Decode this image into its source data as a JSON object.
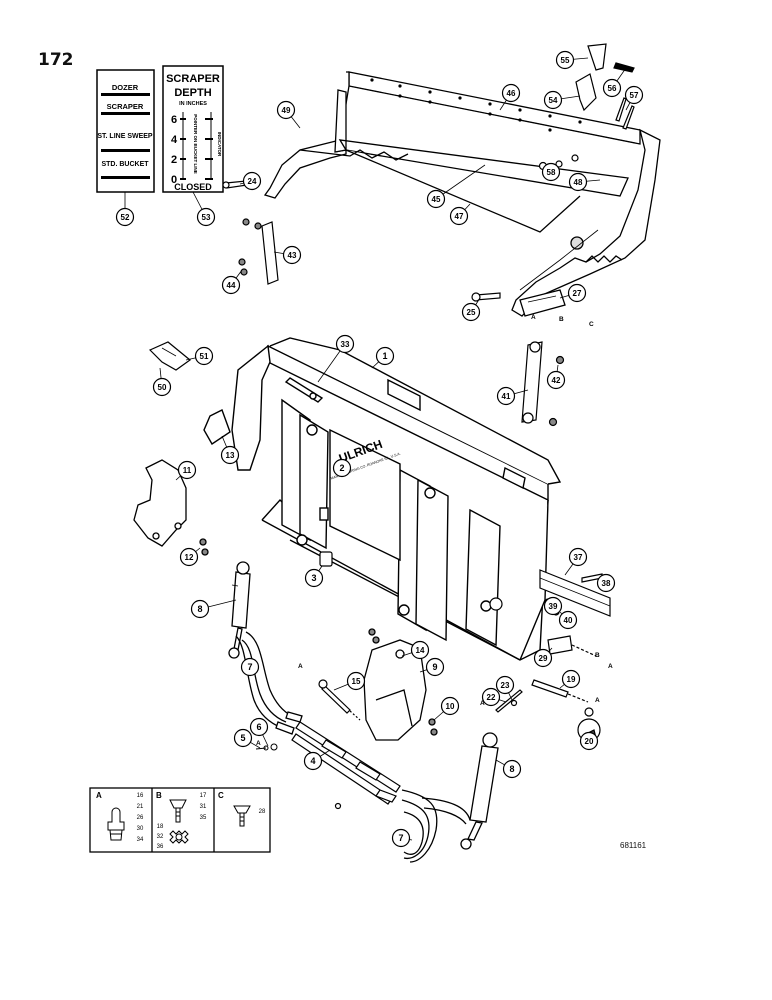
{
  "page_number": "172",
  "drawing_number": "681161",
  "decal_52": {
    "items": [
      "DOZER",
      "SCRAPER",
      "ST. LINE SWEEP",
      "STD. BUCKET"
    ]
  },
  "decal_53": {
    "title_line1": "SCRAPER",
    "title_line2": "DEPTH",
    "subtitle": "IN INCHES",
    "values": [
      "6",
      "4",
      "2",
      "0"
    ],
    "pointer_text": "POINTER ON BUCKET LINE",
    "indicator_text": "INDICATOR",
    "footer": "CLOSED"
  },
  "brand_plate": {
    "brand": "ULRICH",
    "small_text": "MANUFACTURING CO. ROANOKE ILL. U.S.A."
  },
  "callouts": [
    {
      "label": "55"
    },
    {
      "label": "56"
    },
    {
      "label": "57"
    },
    {
      "label": "54"
    },
    {
      "label": "46"
    },
    {
      "label": "49"
    },
    {
      "label": "58"
    },
    {
      "label": "48"
    },
    {
      "label": "45"
    },
    {
      "label": "24"
    },
    {
      "label": "47"
    },
    {
      "label": "43"
    },
    {
      "label": "44"
    },
    {
      "label": "27"
    },
    {
      "label": "25"
    },
    {
      "label": "52"
    },
    {
      "label": "53"
    },
    {
      "label": "33"
    },
    {
      "label": "1"
    },
    {
      "label": "51"
    },
    {
      "label": "50"
    },
    {
      "label": "42"
    },
    {
      "label": "41"
    },
    {
      "label": "13"
    },
    {
      "label": "2"
    },
    {
      "label": "11"
    },
    {
      "label": "12"
    },
    {
      "label": "3"
    },
    {
      "label": "37"
    },
    {
      "label": "38"
    },
    {
      "label": "39"
    },
    {
      "label": "40"
    },
    {
      "label": "8"
    },
    {
      "label": "29"
    },
    {
      "label": "14"
    },
    {
      "label": "9"
    },
    {
      "label": "7"
    },
    {
      "label": "15"
    },
    {
      "label": "19"
    },
    {
      "label": "22"
    },
    {
      "label": "23"
    },
    {
      "label": "10"
    },
    {
      "label": "6"
    },
    {
      "label": "5"
    },
    {
      "label": "20"
    },
    {
      "label": "4"
    },
    {
      "label": "8"
    },
    {
      "label": "7"
    }
  ],
  "ref_letters": [
    "A",
    "A",
    "B",
    "C",
    "A",
    "A",
    "B",
    "A",
    "A"
  ],
  "legend": {
    "A": {
      "letter": "A",
      "numbers": [
        "16",
        "21",
        "26",
        "30",
        "34"
      ]
    },
    "B": {
      "letter": "B",
      "numbers_top": [
        "17",
        "31",
        "35"
      ],
      "numbers_bottom": [
        "18",
        "32",
        "36"
      ]
    },
    "C": {
      "letter": "C",
      "numbers": [
        "28"
      ]
    }
  }
}
